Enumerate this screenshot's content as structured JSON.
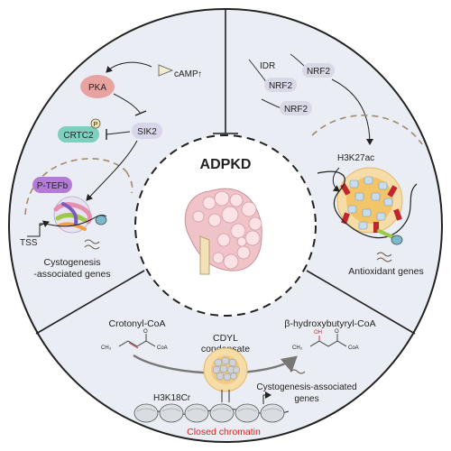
{
  "center": {
    "title": "ADPKD"
  },
  "top_left": {
    "pka": "PKA",
    "camp": "cAMP",
    "camp_arrow": "↑",
    "crtc2": "CRTC2",
    "p_mark": "P",
    "sik2": "SIK2",
    "ptefb": "P-TEFb",
    "tss": "TSS",
    "caption_line1": "Cystogenesis",
    "caption_line2": "-associated genes"
  },
  "top_right": {
    "idr": "IDR",
    "nrf2_a": "NRF2",
    "nrf2_b": "NRF2",
    "nrf2_c": "NRF2",
    "h3k27ac": "H3K27ac",
    "caption": "Antioxidant genes"
  },
  "bottom": {
    "crotonyl": "Crotonyl-CoA",
    "bhb": "β-hydroxybutyryl-CoA",
    "cdyl_line1": "CDYL",
    "cdyl_line2": "condensate",
    "h3k18cr": "H3K18Cr",
    "closed": "Closed chromatin",
    "caption_line1": "Cystogenesis-associated",
    "caption_line2": "genes",
    "ch3": "CH₃",
    "oh": "OH",
    "o": "O",
    "coa": "CoA"
  },
  "colors": {
    "panel_bg": "#eaedf3",
    "pka": "#e8a3a1",
    "crtc2": "#7fcfbf",
    "sik2": "#d9d6ea",
    "ptefb": "#b37ad8",
    "nrf2": "#d8d8e6",
    "kidney": "#f0c3c8",
    "closed_chromatin": "#e02020",
    "condensate": "#f6dca6"
  }
}
